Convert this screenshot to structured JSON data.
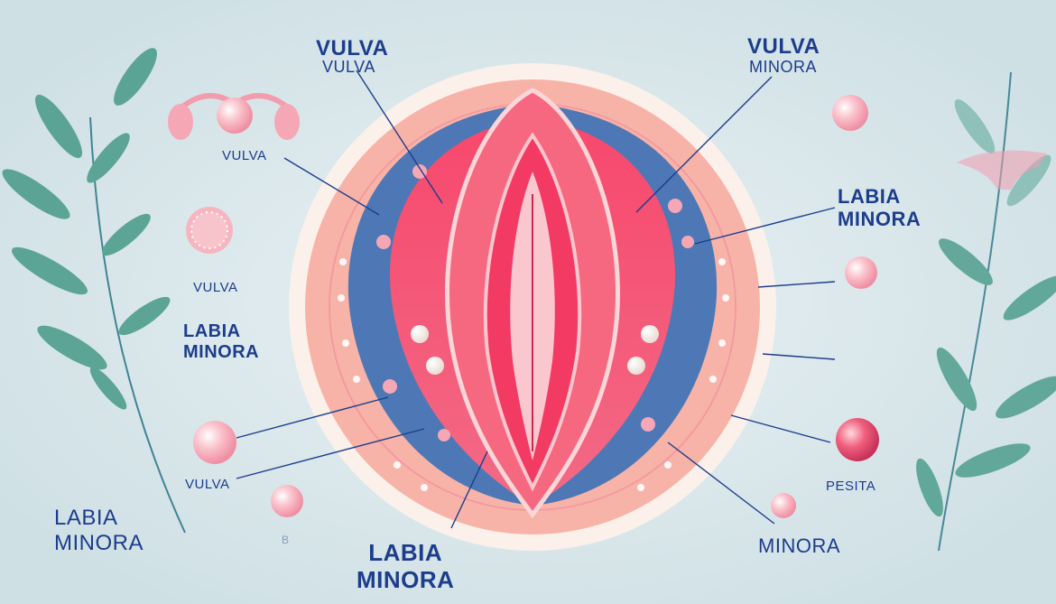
{
  "colors": {
    "background": "#dce8ec",
    "leaf": "#4f9e8d",
    "stem": "#2f7a8a",
    "outer_ring": "#fbf1ea",
    "peach": "#f8b3a8",
    "blue_layer": "#4d78b5",
    "tissue": "#f25a78",
    "inner": "#fbc7cf",
    "label": "#1c3d8c",
    "sphere": "#f7a7b5"
  },
  "labels": {
    "top_center": [
      "VULVA",
      "VULVA"
    ],
    "top_right": [
      "VULVA",
      "MINORA"
    ],
    "left_small_1": "VULVA",
    "left_small_2": "VULVA",
    "left_mid": [
      "LABIA",
      "MINORA"
    ],
    "left_small_3": "VULVA",
    "bottom_left": [
      "LABIA",
      "MINORA"
    ],
    "bottom_center": [
      "LABIA",
      "MINORA"
    ],
    "bottom_tiny": "B",
    "right_mid": [
      "LABIA",
      "MINORA"
    ],
    "right_small": "PESITA",
    "bottom_right": "MINORA"
  },
  "icons": [
    "uterus-icon",
    "ovum-icon",
    "sphere-icon",
    "leaf-branch-icon"
  ]
}
